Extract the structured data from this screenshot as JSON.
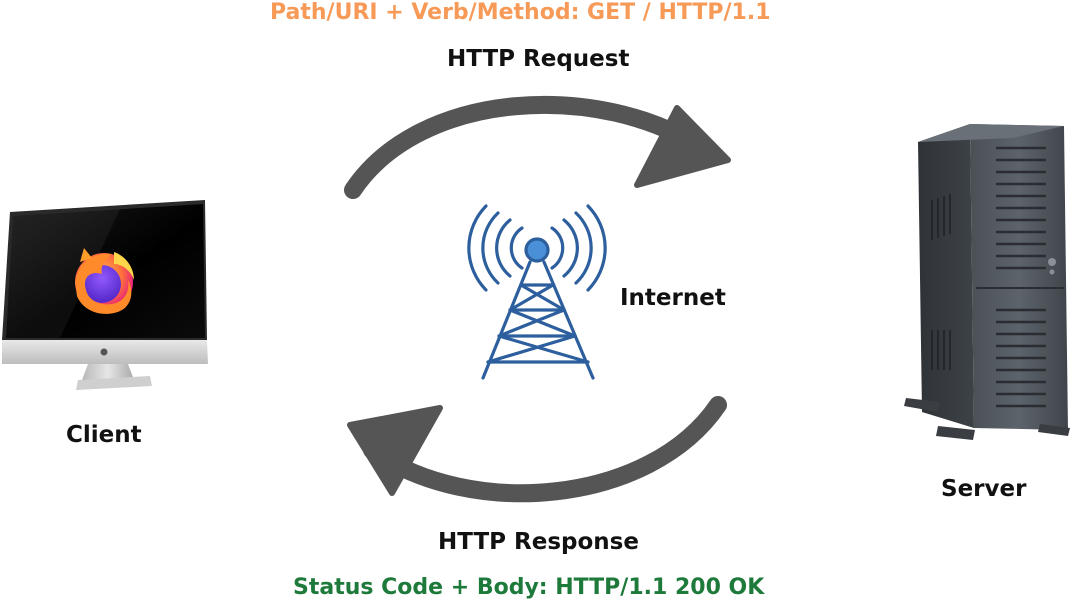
{
  "request": {
    "detail": "Path/URI + Verb/Method: GET / HTTP/1.1",
    "title": "HTTP Request"
  },
  "response": {
    "title": "HTTP Response",
    "detail": "Status Code + Body: HTTP/1.1 200 OK"
  },
  "nodes": {
    "client": "Client",
    "internet": "Internet",
    "server": "Server"
  },
  "colors": {
    "request_detail": "#f79a57",
    "response_detail": "#1e7a3a",
    "arrow": "#555555",
    "tower": "#2d5f9e",
    "tower_light": "#4a90d9"
  },
  "icons": {
    "client": "imac-computer-icon",
    "browser": "firefox-logo-icon",
    "internet": "radio-tower-icon",
    "server": "tower-server-icon"
  }
}
